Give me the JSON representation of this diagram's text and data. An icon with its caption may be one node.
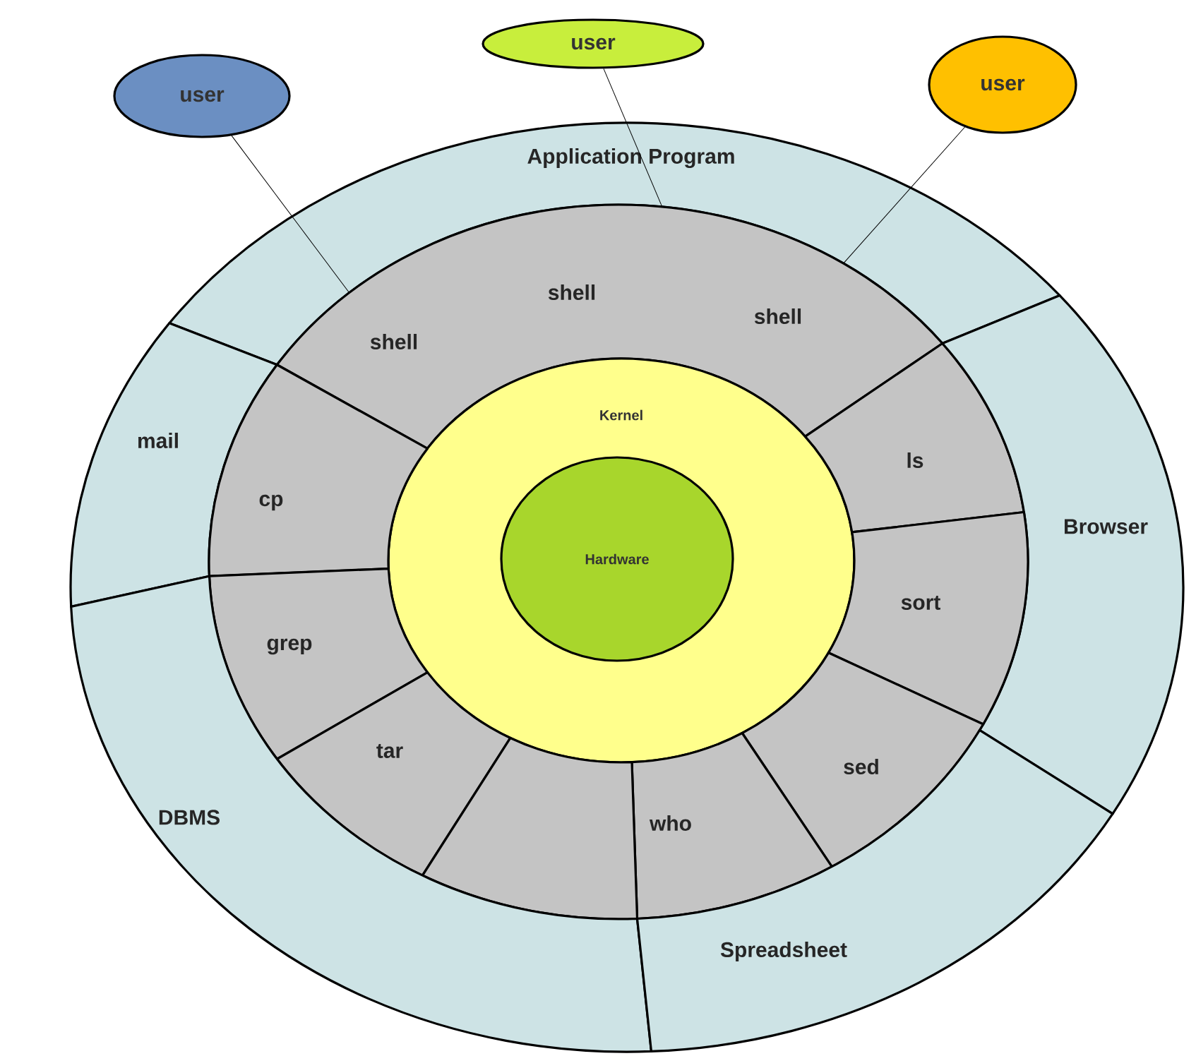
{
  "diagram": {
    "nodes": [
      {
        "text": [
          "user"
        ]
      },
      {
        "text": [
          "user"
        ]
      },
      {
        "text": [
          "user"
        ]
      },
      {
        "text": [
          "Application Program"
        ]
      },
      {
        "text": [
          "shell",
          "shell",
          "shell"
        ]
      },
      {
        "text": [
          "Kernel"
        ]
      },
      {
        "text": [
          "Hardware"
        ],
        "in": 5
      },
      {
        "text": [
          "mail"
        ]
      },
      {
        "text": [
          "cp"
        ]
      },
      {
        "text": [
          "ls"
        ]
      },
      {
        "text": [
          "Browser"
        ]
      },
      {
        "text": [
          "sort"
        ]
      },
      {
        "text": [
          "grep"
        ]
      },
      {
        "text": [
          "tar"
        ]
      },
      {
        "text": [
          "sed"
        ]
      },
      {
        "text": [
          "who"
        ]
      },
      {
        "text": [],
        "shape": "box"
      },
      {
        "text": [
          "DBMS"
        ]
      },
      {
        "text": [
          "Spreadsheet"
        ]
      }
    ],
    "edges": [
      {
        "from": 0,
        "to": 4,
        "arrow": "none"
      },
      {
        "from": 1,
        "to": 4,
        "arrow": "none"
      },
      {
        "from": 2,
        "to": 4,
        "arrow": "none"
      }
    ]
  }
}
